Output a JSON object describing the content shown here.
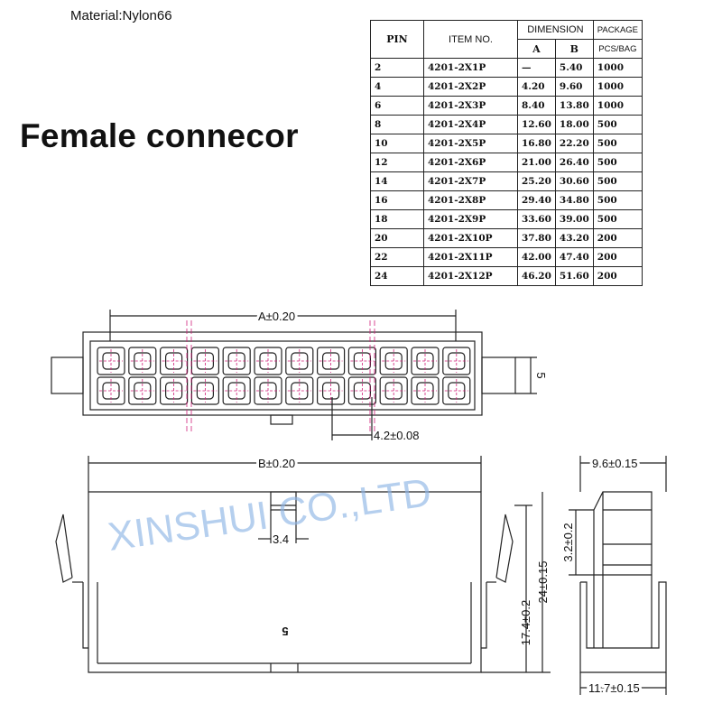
{
  "material": "Material:Nylon66",
  "headline": "Female connecor",
  "table": {
    "headers": {
      "pin": "PIN",
      "item": "ITEM NO.",
      "dimension": "DIMENSION",
      "package": "PACKAGE",
      "a": "A",
      "b": "B",
      "pcs": "PCS/BAG"
    },
    "rows": [
      {
        "pin": "2",
        "item": "4201-2X1P",
        "a": "—",
        "b": "5.40",
        "pkg": "1000"
      },
      {
        "pin": "4",
        "item": "4201-2X2P",
        "a": "4.20",
        "b": "9.60",
        "pkg": "1000"
      },
      {
        "pin": "6",
        "item": "4201-2X3P",
        "a": "8.40",
        "b": "13.80",
        "pkg": "1000"
      },
      {
        "pin": "8",
        "item": "4201-2X4P",
        "a": "12.60",
        "b": "18.00",
        "pkg": "500"
      },
      {
        "pin": "10",
        "item": "4201-2X5P",
        "a": "16.80",
        "b": "22.20",
        "pkg": "500"
      },
      {
        "pin": "12",
        "item": "4201-2X6P",
        "a": "21.00",
        "b": "26.40",
        "pkg": "500"
      },
      {
        "pin": "14",
        "item": "4201-2X7P",
        "a": "25.20",
        "b": "30.60",
        "pkg": "500"
      },
      {
        "pin": "16",
        "item": "4201-2X8P",
        "a": "29.40",
        "b": "34.80",
        "pkg": "500"
      },
      {
        "pin": "18",
        "item": "4201-2X9P",
        "a": "33.60",
        "b": "39.00",
        "pkg": "500"
      },
      {
        "pin": "20",
        "item": "4201-2X10P",
        "a": "37.80",
        "b": "43.20",
        "pkg": "200"
      },
      {
        "pin": "22",
        "item": "4201-2X11P",
        "a": "42.00",
        "b": "47.40",
        "pkg": "200"
      },
      {
        "pin": "24",
        "item": "4201-2X12P",
        "a": "46.20",
        "b": "51.60",
        "pkg": "200"
      }
    ]
  },
  "dimensions": {
    "a": "A±0.20",
    "pitch": "4.2±0.08",
    "height5": "5",
    "b": "B±0.20",
    "slot": "3.4",
    "h17": "17.4±0.2",
    "h24": "24±0.15",
    "w96": "9.6±0.15",
    "h32": "3.2±0.2",
    "w117": "11.7±0.15",
    "mark": "5"
  },
  "watermark": "XINSHUI CO.,LTD",
  "colors": {
    "watermark": "#8fb6e6",
    "centerline": "#d0207a"
  }
}
